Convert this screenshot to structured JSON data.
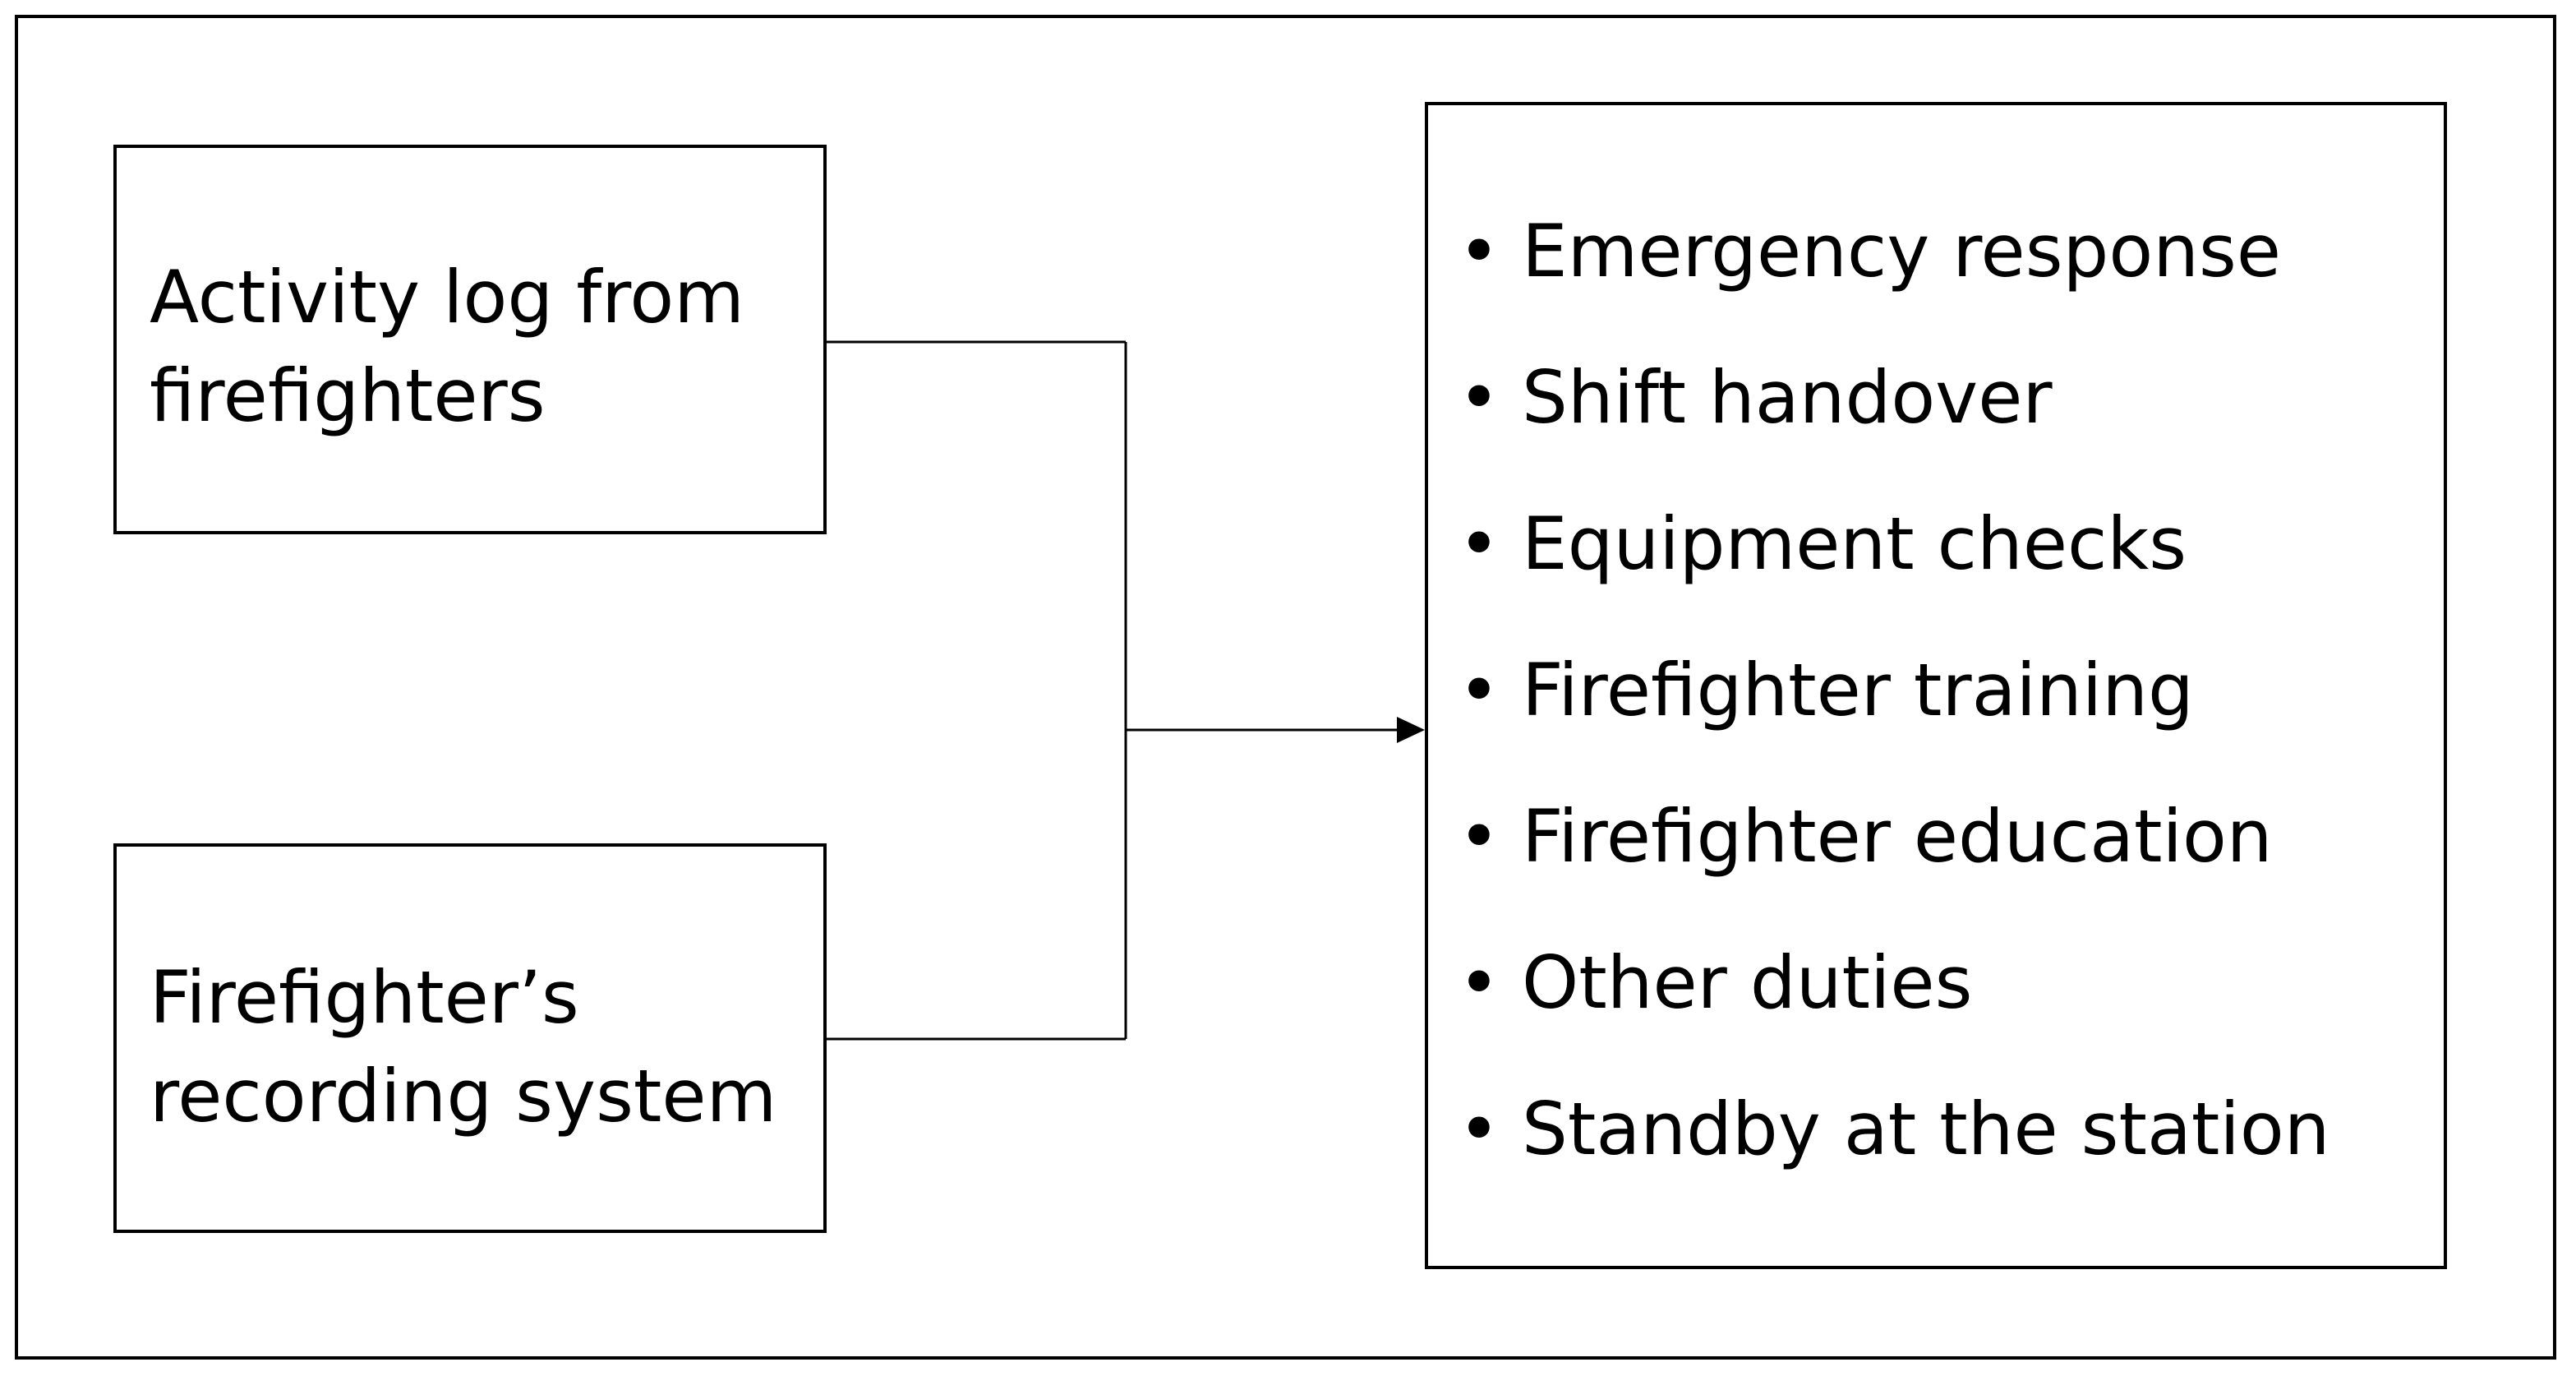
{
  "diagram": {
    "sources": [
      {
        "id": "activity-log",
        "label": "Activity log from\nfirefighters"
      },
      {
        "id": "recording-system",
        "label": "Firefighter’s\nrecording system"
      }
    ],
    "target": {
      "bullet": "•",
      "items": [
        "Emergency response",
        "Shift handover",
        "Equipment checks",
        "Firefighter training",
        "Firefighter education",
        "Other duties",
        "Standby at the station"
      ]
    },
    "line_color": "#000000"
  }
}
